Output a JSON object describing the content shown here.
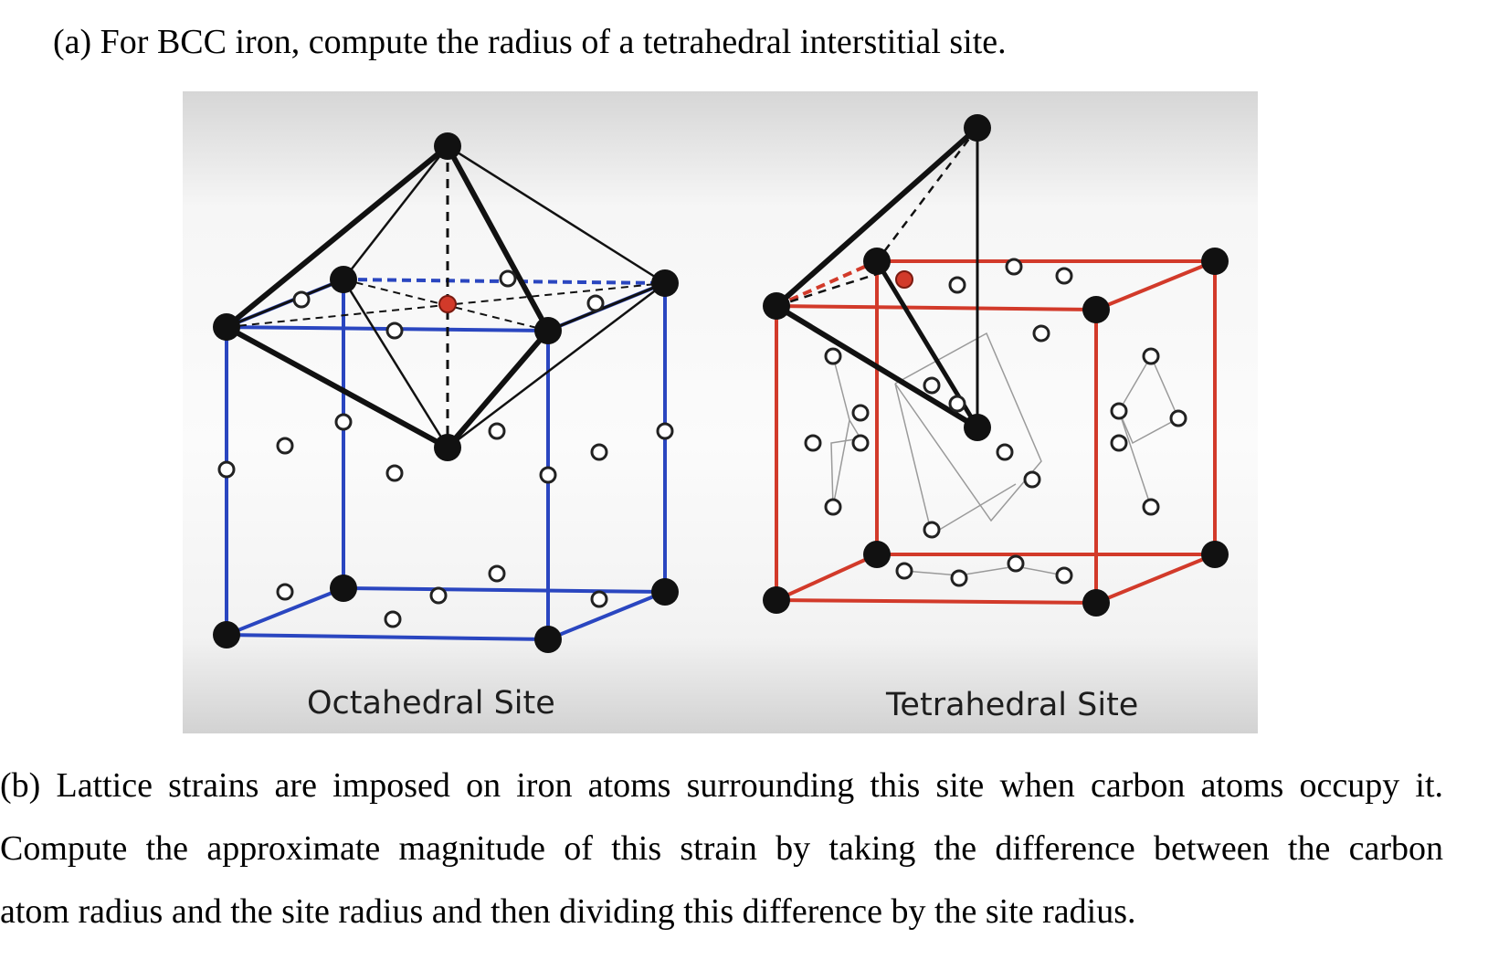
{
  "question_a": "(a)  For BCC iron, compute the radius of a tetrahedral interstitial site.",
  "figure": {
    "left_label": "Octahedral Site",
    "right_label": "Tetrahedral Site",
    "colors": {
      "octahedral_cell": "#2a46c0",
      "tetrahedral_cell": "#d23a2a",
      "atom": "#111111",
      "site_marker": "#d23a2a"
    }
  },
  "question_b": {
    "line1": "(b)  Lattice strains are imposed on iron atoms surrounding this site when carbon atoms occupy it.",
    "line2": "Compute the approximate magnitude of this strain by taking the difference between the carbon",
    "line3": "atom radius and the site radius and then dividing this difference by the site radius."
  }
}
